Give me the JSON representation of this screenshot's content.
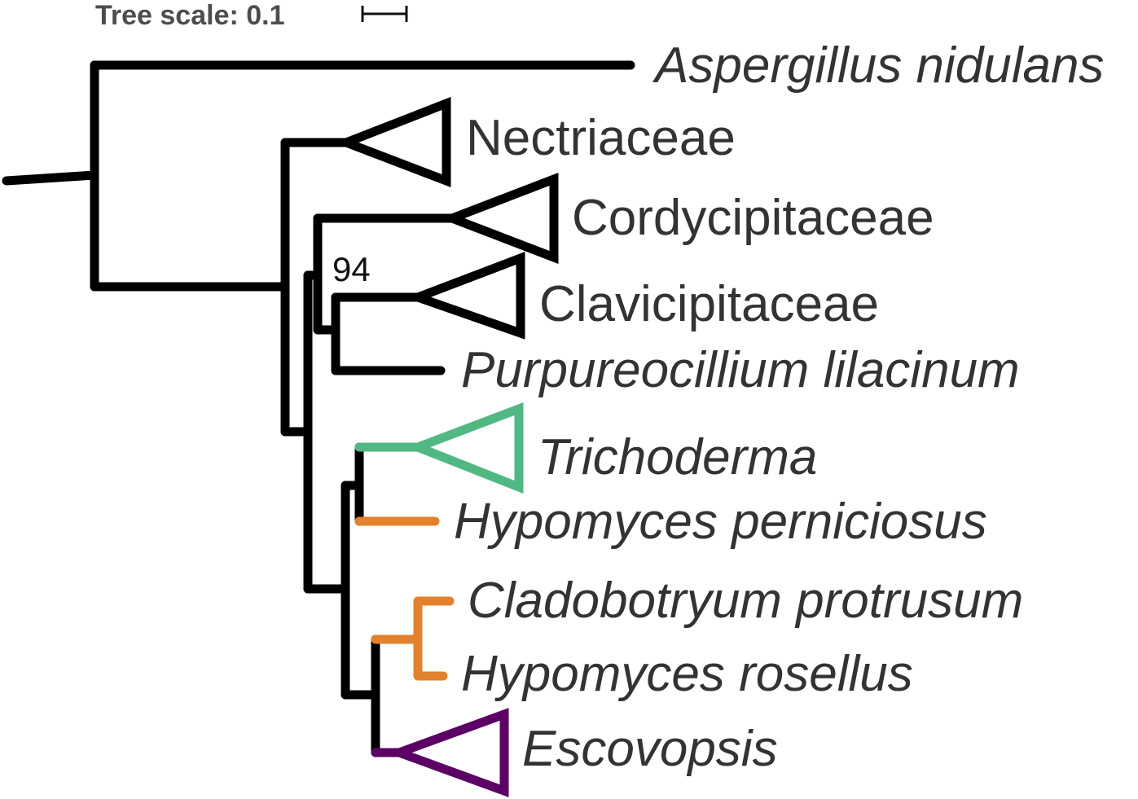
{
  "scale": {
    "label": "Tree scale: 0.1",
    "value": 0.1
  },
  "colors": {
    "default": "#000000",
    "trichoderma": "#52b883",
    "hypomyces": "#e2822c",
    "escovopsis": "#5c0066"
  },
  "support_values": [
    "94"
  ],
  "taxa": [
    {
      "label": "Aspergillus nidulans",
      "italic": true,
      "collapsed": false,
      "color": "#000000"
    },
    {
      "label": "Nectriaceae",
      "italic": false,
      "collapsed": true,
      "color": "#000000"
    },
    {
      "label": "Cordycipitaceae",
      "italic": false,
      "collapsed": true,
      "color": "#000000"
    },
    {
      "label": "Clavicipitaceae",
      "italic": false,
      "collapsed": true,
      "color": "#000000"
    },
    {
      "label": "Purpureocillium lilacinum",
      "italic": true,
      "collapsed": false,
      "color": "#000000"
    },
    {
      "label": "Trichoderma",
      "italic": true,
      "collapsed": true,
      "color": "#52b883"
    },
    {
      "label": "Hypomyces perniciosus",
      "italic": true,
      "collapsed": false,
      "color": "#e2822c"
    },
    {
      "label": "Cladobotryum protrusum",
      "italic": true,
      "collapsed": false,
      "color": "#e2822c"
    },
    {
      "label": "Hypomyces rosellus",
      "italic": true,
      "collapsed": false,
      "color": "#e2822c"
    },
    {
      "label": "Escovopsis",
      "italic": true,
      "collapsed": true,
      "color": "#5c0066"
    }
  ]
}
